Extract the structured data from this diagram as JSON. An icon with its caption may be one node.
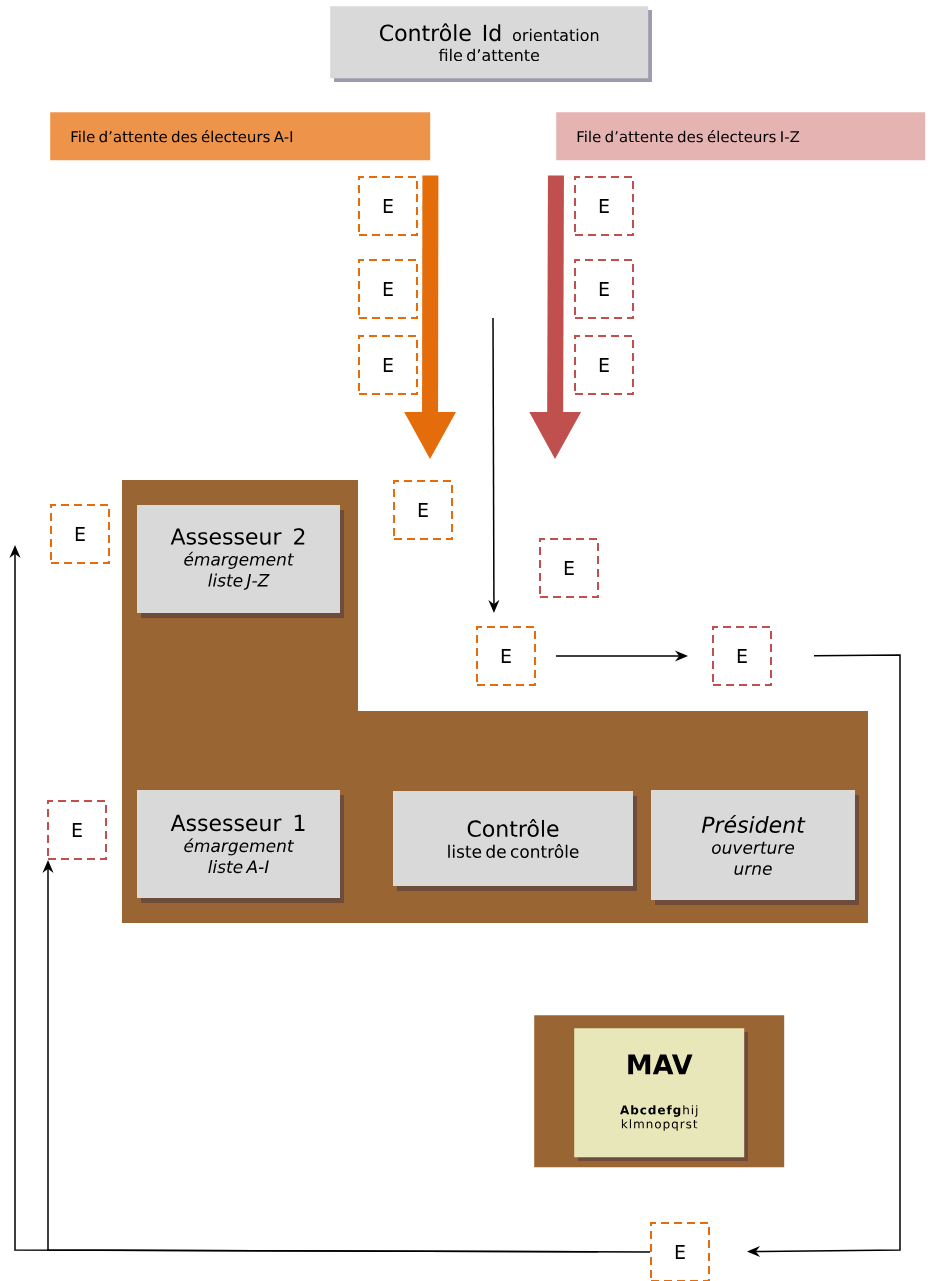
{
  "diagram": {
    "nodes": [
      {
        "text": [
          "Contrôle Id",
          "orientation",
          "file d’attente"
        ]
      },
      {
        "text": [
          "File d’attente des électeurs A-I"
        ]
      },
      {
        "text": [
          "File d’attente des électeurs I-Z"
        ]
      },
      {
        "text": [
          "E"
        ]
      },
      {
        "text": [
          "E"
        ]
      },
      {
        "text": [
          "E"
        ]
      },
      {
        "text": [
          "E"
        ]
      },
      {
        "text": [
          "E"
        ]
      },
      {
        "text": [
          "E"
        ]
      },
      {
        "text": [
          "E"
        ]
      },
      {
        "text": [
          "E"
        ]
      },
      {
        "text": [
          "E"
        ]
      },
      {
        "text": [
          "E"
        ]
      },
      {
        "text": [
          "E"
        ]
      },
      {
        "text": [
          "E"
        ]
      },
      {
        "text": [],
        "shape": "box"
      },
      {
        "text": [
          "Assesseur 2",
          "émargement liste J-Z"
        ],
        "in": 15
      },
      {
        "text": [
          "Assesseur 1",
          "émargement liste A-I"
        ],
        "in": 15
      },
      {
        "text": [
          "Contrôle",
          "liste de contrôle"
        ],
        "in": 15
      },
      {
        "text": [
          "Président",
          "ouverture urne"
        ],
        "in": 15
      },
      {
        "text": [],
        "shape": "box"
      },
      {
        "text": [
          "MAV",
          "**Abcdefg**hij klmnopqrst"
        ],
        "in": 20
      },
      {
        "text": [
          "E"
        ]
      }
    ],
    "edges": [
      {
        "from": 1,
        "to": null,
        "arrow": "to",
        "style": "thick",
        "color": "#e46c0a"
      },
      {
        "from": 2,
        "to": null,
        "arrow": "to",
        "style": "thick",
        "color": "#c0504d"
      },
      {
        "from": null,
        "to": 12,
        "arrow": "to"
      },
      {
        "from": 12,
        "to": 13,
        "arrow": "to"
      },
      {
        "from": 13,
        "to": 22,
        "arrow": "to"
      },
      {
        "from": 22,
        "to": null,
        "arrow": "to"
      },
      {
        "from": 22,
        "to": 14,
        "arrow": "to"
      }
    ]
  }
}
